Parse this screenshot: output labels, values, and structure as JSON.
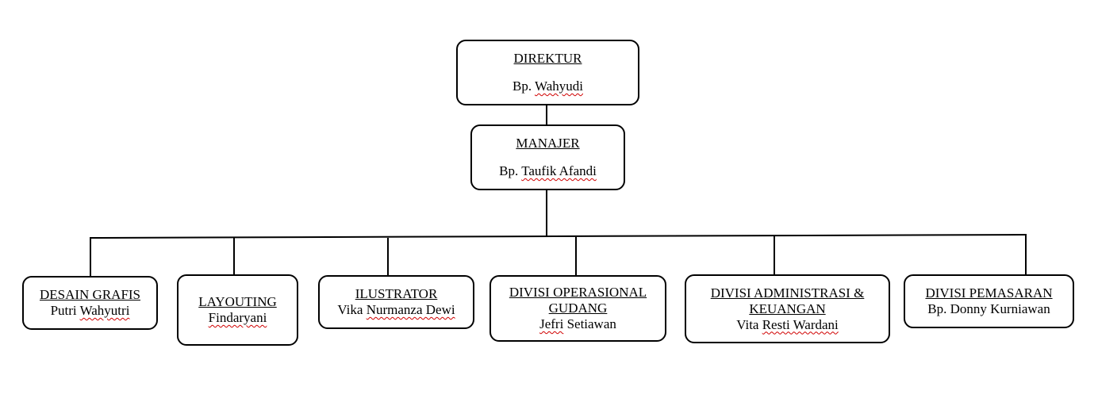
{
  "org_chart": {
    "director": {
      "title": "DIREKTUR",
      "prefix": "Bp. ",
      "name": "Wahyudi"
    },
    "manager": {
      "title": "MANAJER",
      "prefix": "Bp. ",
      "name": "Taufik Afandi"
    },
    "divisions": [
      {
        "title": "DESAIN GRAFIS",
        "name_plain": "Putri ",
        "name_flagged": "Wahyutri"
      },
      {
        "title": "LAYOUTING",
        "name_plain": "",
        "name_flagged": "Findaryani"
      },
      {
        "title": "ILUSTRATOR",
        "name_plain": "Vika ",
        "name_flagged": "Nurmanza Dewi"
      },
      {
        "title_line1": "DIVISI OPERASIONAL",
        "title_line2": "GUDANG",
        "name_flagged": "Jefri",
        "name_plain": " Setiawan"
      },
      {
        "title_line1": "DIVISI ADMINISTRASI &",
        "title_line2": "KEUANGAN",
        "name_plain": "Vita ",
        "name_flagged": "Resti Wardani"
      },
      {
        "title": "DIVISI PEMASARAN",
        "name_plain": "Bp. Donny Kurniawan"
      }
    ]
  }
}
